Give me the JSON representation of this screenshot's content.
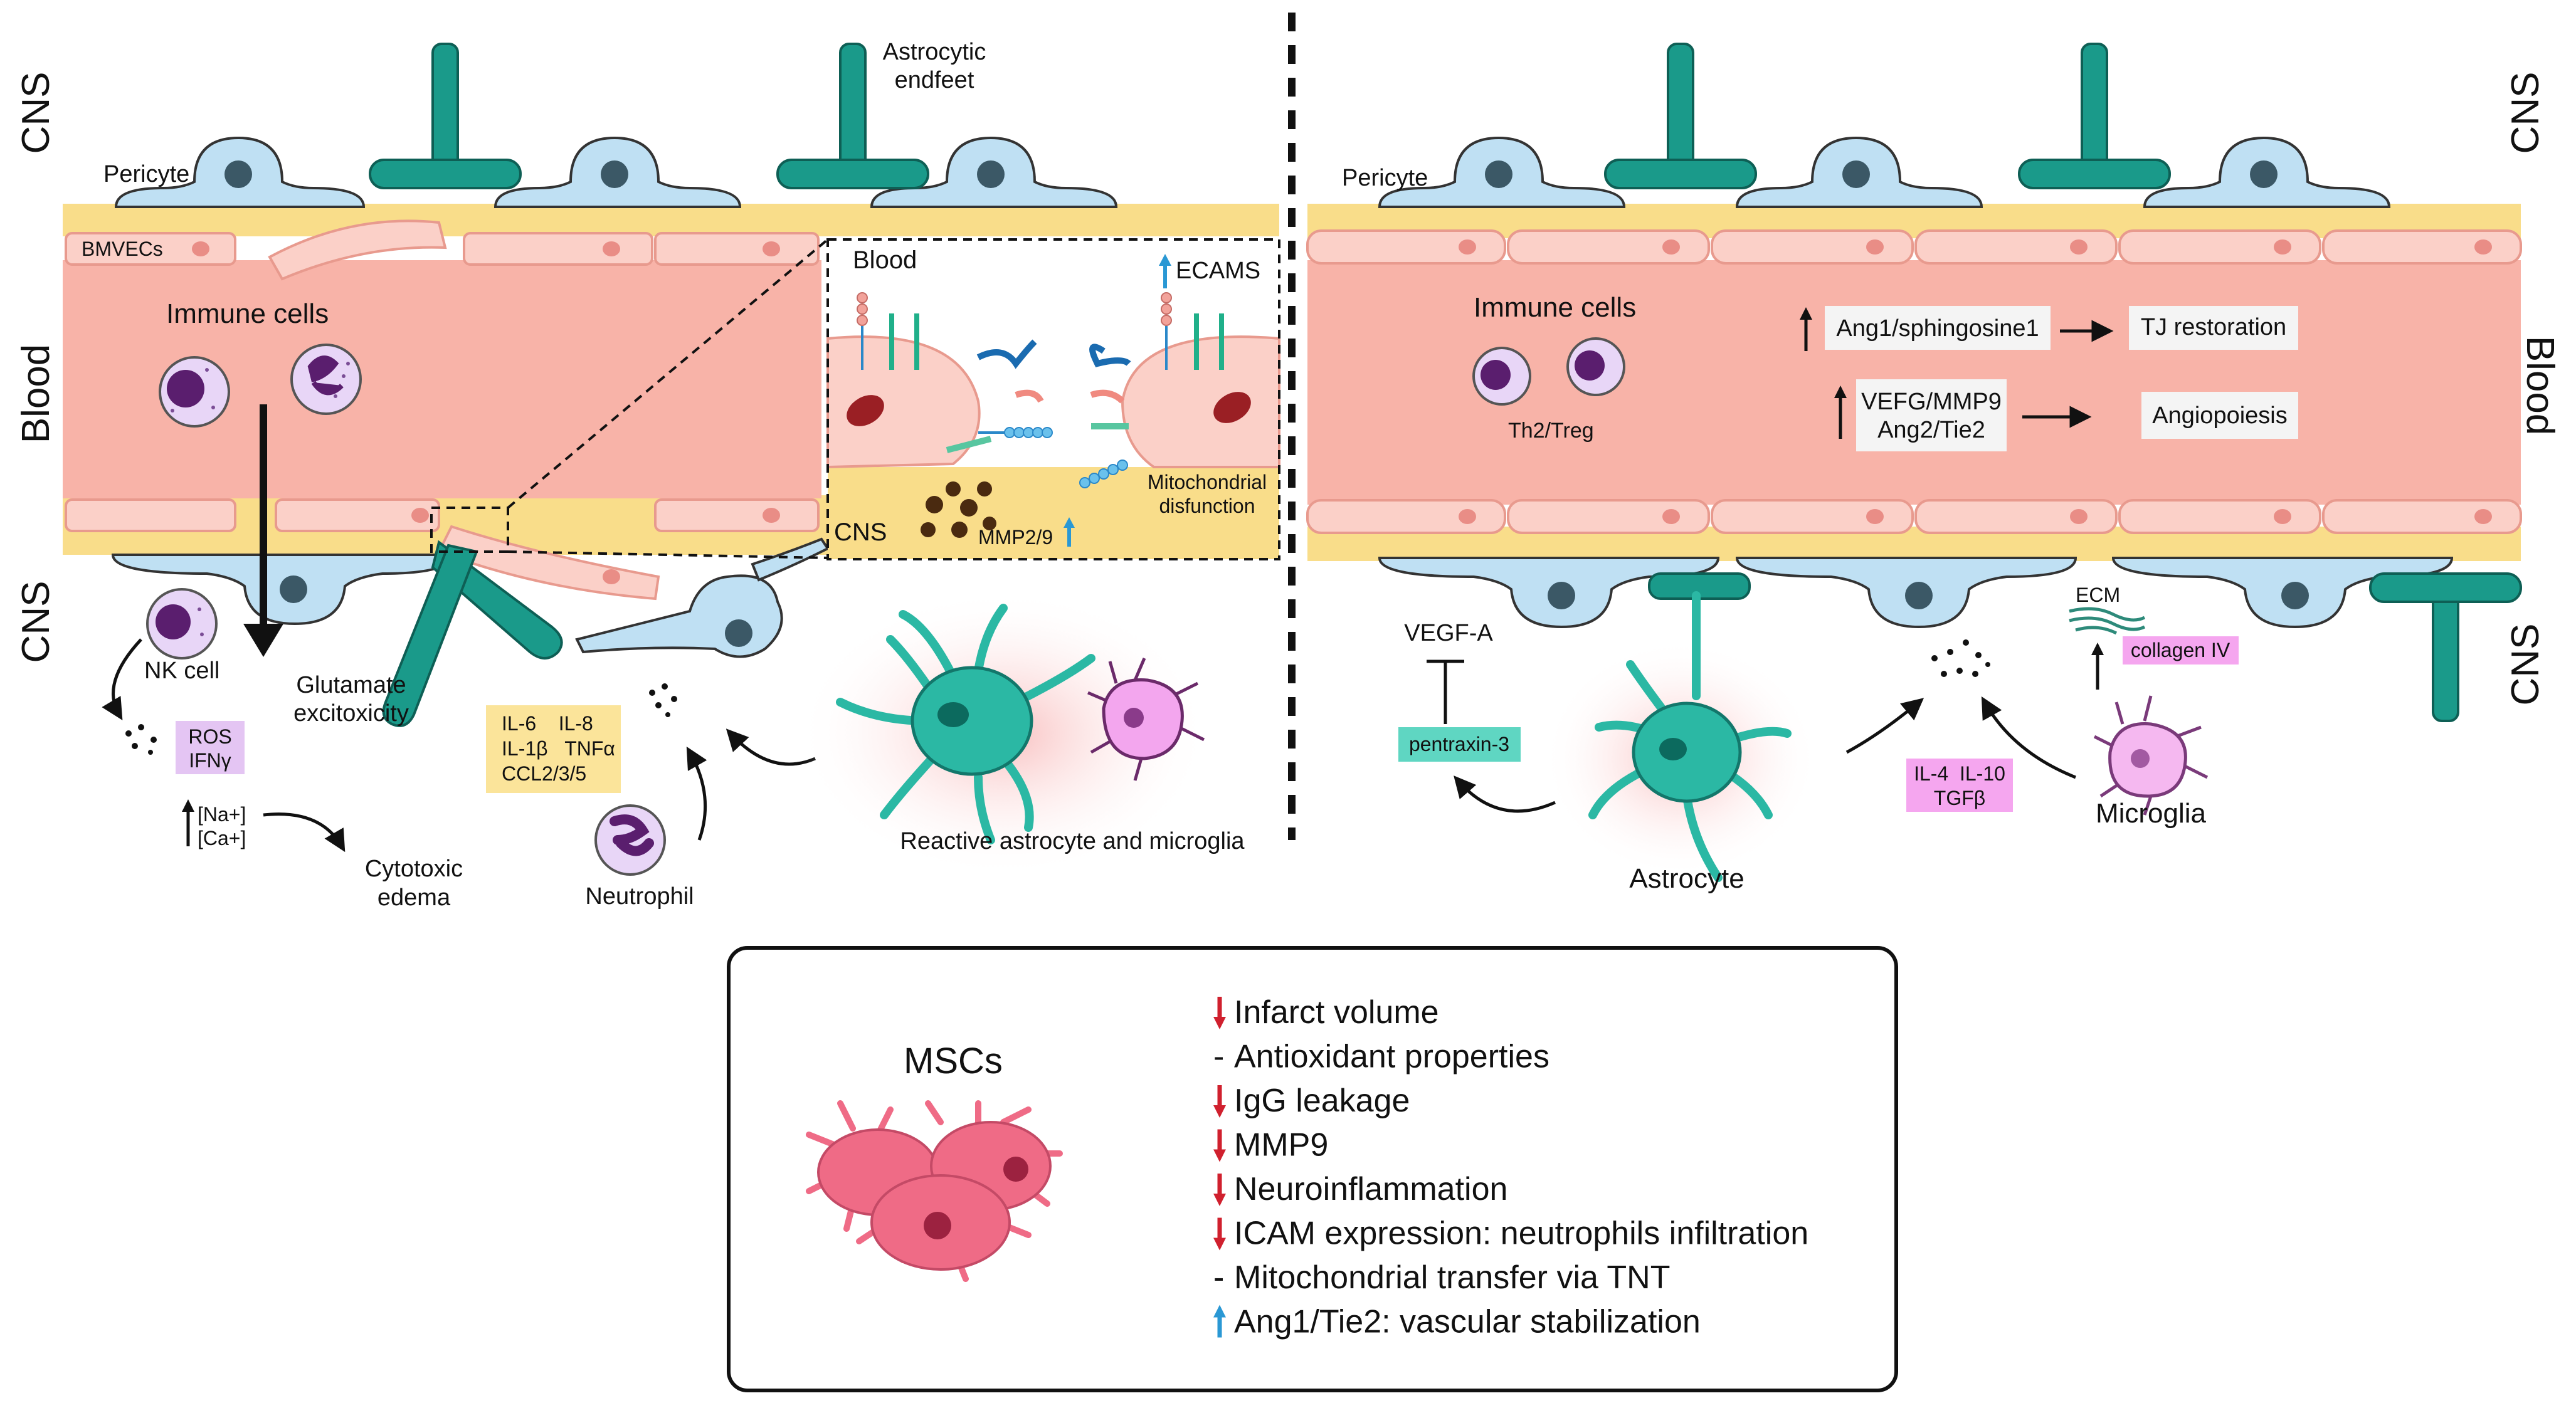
{
  "left_panel": {
    "cns_top": "CNS",
    "blood": "Blood",
    "cns_bottom": "CNS",
    "astrocytic_endfeet": [
      "Astrocytic",
      "endfeet"
    ],
    "pericyte": "Pericyte",
    "bmvecs": "BMVECs",
    "immune_cells": "Immune cells",
    "nk_cell": "NK cell",
    "ros_ifn": [
      "ROS",
      "IFNγ"
    ],
    "na_ca": [
      "[Na+]",
      "[Ca+]"
    ],
    "cytotoxic_edema": [
      "Cytotoxic",
      "edema"
    ],
    "glutamate": [
      "Glutamate",
      "excitoxicity"
    ],
    "cytokines": [
      "IL-6    IL-8",
      "IL-1β   TNFα",
      "CCL2/3/5"
    ],
    "neutrophil": "Neutrophil",
    "reactive": "Reactive astrocyte and microglia",
    "inset": {
      "blood": "Blood",
      "ecams": "ECAMS",
      "cns": "CNS",
      "mmp": "MMP2/9",
      "mito": [
        "Mitochondrial",
        "disfunction"
      ]
    }
  },
  "right_panel": {
    "cns_top": "CNS",
    "blood": "Blood",
    "cns_bottom": "CNS",
    "pericyte": "Pericyte",
    "immune_cells": "Immune cells",
    "th2_treg": "Th2/Treg",
    "ang1": "Ang1/sphingosine1",
    "tj": "TJ restoration",
    "vegf_mmp": [
      "VEFG/MMP9",
      "Ang2/Tie2"
    ],
    "angiopoiesis": "Angiopoiesis",
    "vegf_a": "VEGF-A",
    "pentraxin": "pentraxin-3",
    "astrocyte": "Astrocyte",
    "il_box": [
      "IL-4  IL-10",
      "TGFβ"
    ],
    "ecm": "ECM",
    "collagen": "collagen IV",
    "microglia": "Microglia"
  },
  "msc_box": {
    "title": "MSCs",
    "effects": [
      {
        "arrow": "down",
        "text": "Infarct volume"
      },
      {
        "arrow": "dash",
        "text": "Antioxidant properties"
      },
      {
        "arrow": "down",
        "text": "IgG leakage"
      },
      {
        "arrow": "down",
        "text": "MMP9"
      },
      {
        "arrow": "down",
        "text": "Neuroinflammation"
      },
      {
        "arrow": "down",
        "text": "ICAM expression: neutrophils infiltration"
      },
      {
        "arrow": "dash",
        "text": "Mitochondrial transfer via TNT"
      },
      {
        "arrow": "up",
        "text": "Ang1/Tie2: vascular stabilization"
      }
    ]
  },
  "colors": {
    "vessel": "#f9b8ad",
    "basement": "#f9dd8a",
    "endothelial": "#fbd1c9",
    "pericyte": "#bfe0f3",
    "astro_foot": "#1a9a8a",
    "astro_body": "#2bb8a4",
    "microglia": "#f3a6ee",
    "msc": "#ef6b86",
    "label_purple": "#e4c5f3",
    "label_yellow": "#fbe49a",
    "label_teal": "#5fd6c2",
    "label_pink": "#f5a6ef",
    "down_arrow": "#d0202e",
    "up_arrow": "#2a98d4"
  }
}
